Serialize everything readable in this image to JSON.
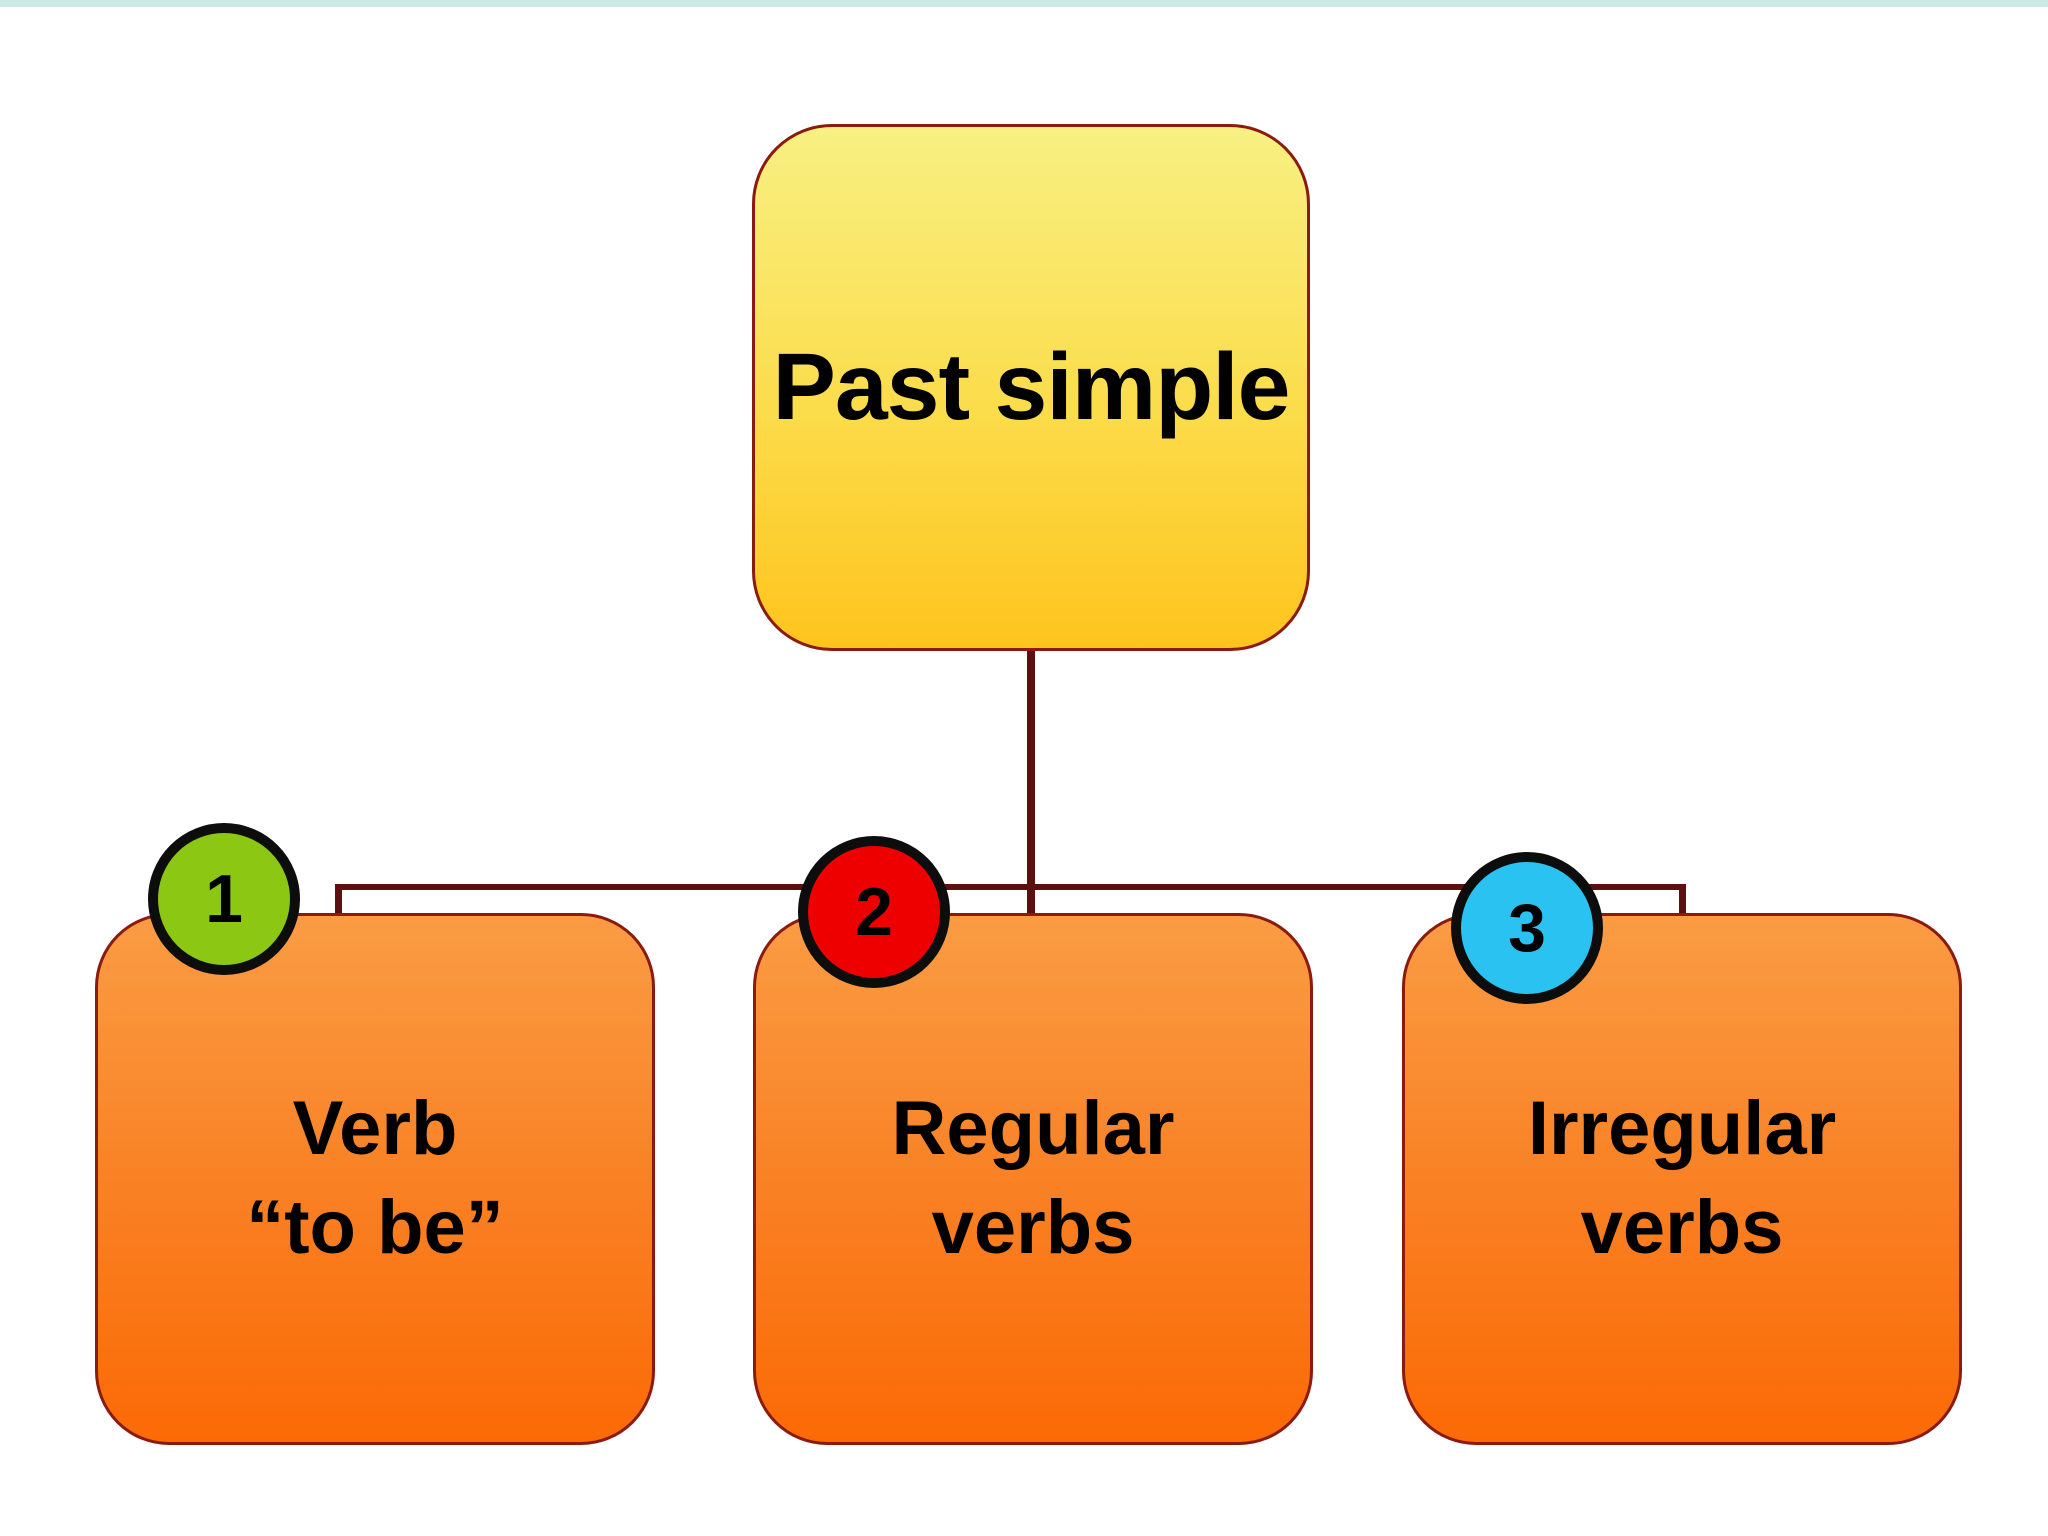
{
  "page": {
    "background_color": "#ffffff",
    "top_bar_color": "#cde9e4"
  },
  "diagram": {
    "root": {
      "label": "Past simple",
      "fill_top": "#f8f083",
      "fill_bottom": "#fec41d",
      "border_color": "#8b1a0f"
    },
    "connector_color": "#5e0f0f",
    "children": [
      {
        "number": "1",
        "label": "Verb\n“to be”",
        "badge_color": "#8cc714"
      },
      {
        "number": "2",
        "label": "Regular\nverbs",
        "badge_color": "#ee0000"
      },
      {
        "number": "3",
        "label": "Irregular\nverbs",
        "badge_color": "#29c2f1"
      }
    ],
    "child_fill_top": "#fa9c44",
    "child_fill_bottom": "#fb6a05",
    "child_border_color": "#8b1a0f",
    "badge_border_color": "#0d0d0d"
  }
}
